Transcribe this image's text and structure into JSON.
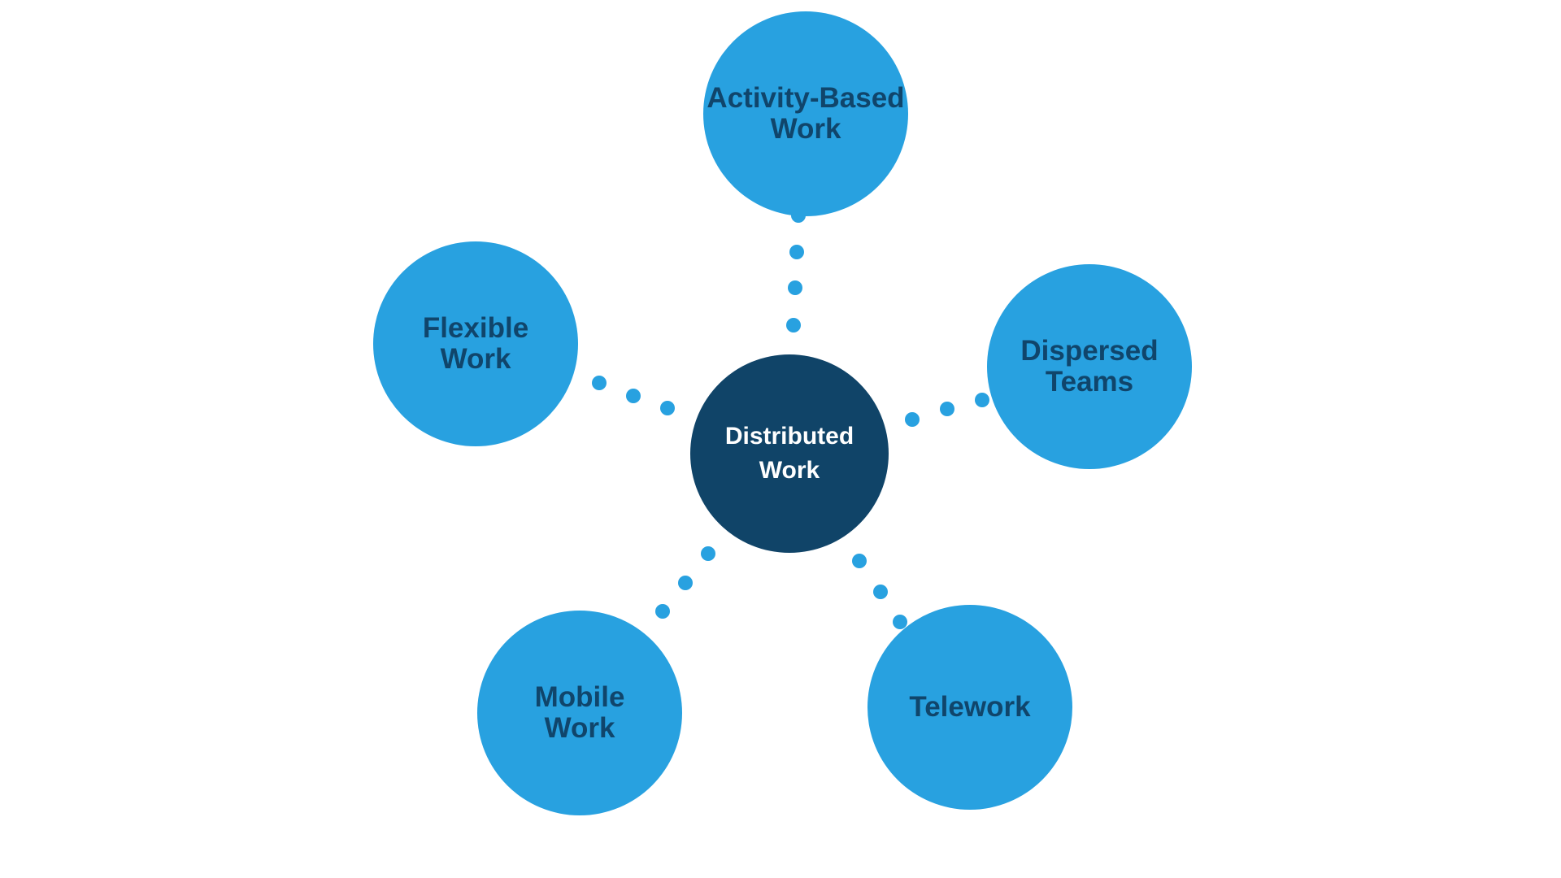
{
  "diagram": {
    "colors": {
      "outer_fill": "#28a1e0",
      "outer_text": "#10456b",
      "center_fill": "#104468",
      "center_text": "#ffffff",
      "connector_dots": "#28a1e0"
    },
    "center": {
      "line1": "Distributed",
      "line2": "Work"
    },
    "nodes": {
      "activity_based": {
        "line1": "Activity-Based",
        "line2": "Work"
      },
      "flexible": {
        "line1": "Flexible",
        "line2": "Work"
      },
      "dispersed": {
        "line1": "Dispersed",
        "line2": "Teams"
      },
      "mobile": {
        "line1": "Mobile",
        "line2": "Work"
      },
      "telework": {
        "line1": "Telework"
      }
    },
    "connections": [
      {
        "from": "center",
        "to": "activity_based"
      },
      {
        "from": "center",
        "to": "flexible"
      },
      {
        "from": "center",
        "to": "dispersed"
      },
      {
        "from": "center",
        "to": "mobile"
      },
      {
        "from": "center",
        "to": "telework"
      }
    ]
  }
}
